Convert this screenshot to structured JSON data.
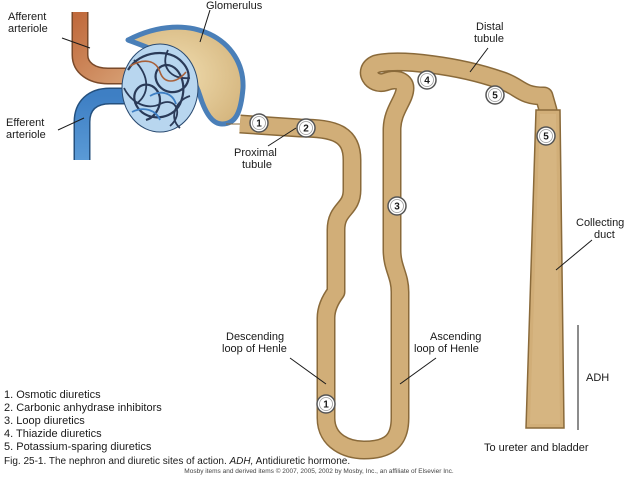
{
  "labels": {
    "glomerulus": "Glomerulus",
    "afferent": [
      "Afferent",
      "arteriole"
    ],
    "efferent": [
      "Efferent",
      "arteriole"
    ],
    "proximal": [
      "Proximal",
      "tubule"
    ],
    "distal": [
      "Distal",
      "tubule"
    ],
    "collecting": [
      "Collecting",
      "duct"
    ],
    "descending": [
      "Descending",
      "loop of Henle"
    ],
    "ascending": [
      "Ascending",
      "loop of Henle"
    ],
    "adh": "ADH",
    "ureter": "To ureter and bladder"
  },
  "markers": [
    "1",
    "2",
    "3",
    "4",
    "5",
    "5",
    "1"
  ],
  "legend": [
    "1. Osmotic diuretics",
    "2. Carbonic anhydrase inhibitors",
    "3. Loop diuretics",
    "4. Thiazide diuretics",
    "5. Potassium-sparing diuretics"
  ],
  "caption": {
    "prefix": "Fig. 25-1. The nephron and diuretic sites of action. ",
    "abbr": "ADH,",
    "suffix": " Antidiuretic hormone."
  },
  "credit": "Mosby items and derived items © 2007, 2005, 2002 by Mosby, Inc., an affiliate of Elsevier Inc.",
  "colors": {
    "tubule": "#d1ae78",
    "tubule_outline": "#8a6a3a",
    "capsule": "#e2c994",
    "capsule_rim": "#4a7fb8",
    "afferent": "#c8845a",
    "efferent": "#4a8ac8"
  }
}
